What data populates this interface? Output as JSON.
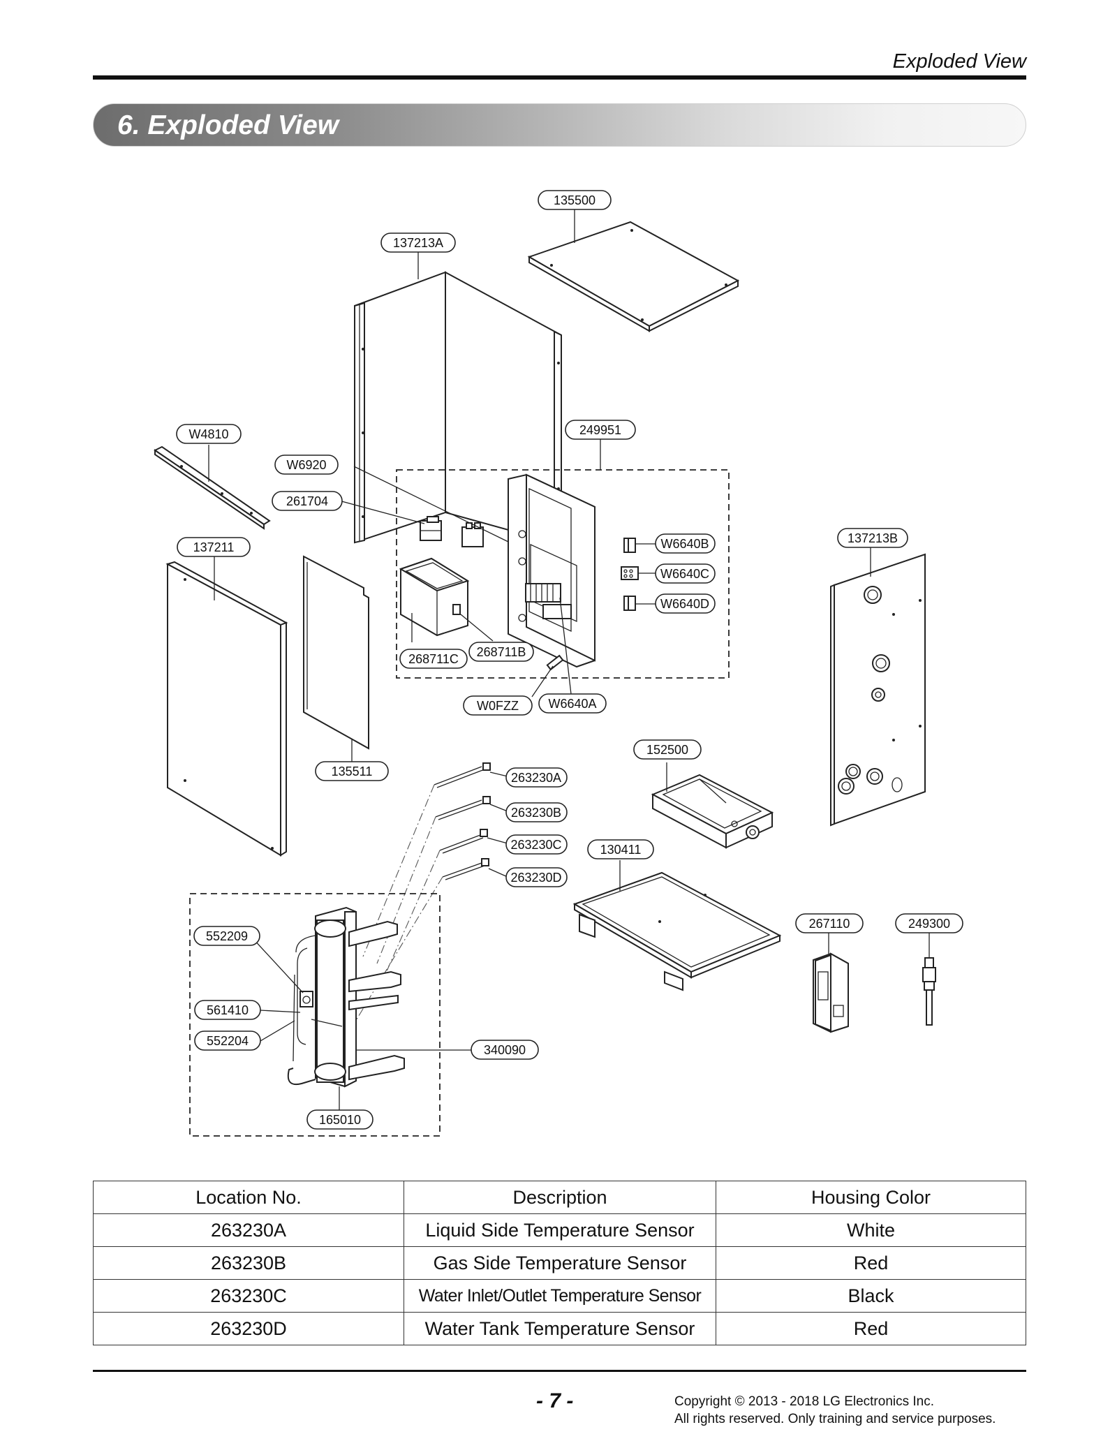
{
  "header": {
    "title": "Exploded View"
  },
  "section": {
    "title": "6. Exploded View"
  },
  "callouts": {
    "c135500": "135500",
    "c137213A": "137213A",
    "cW4810": "W4810",
    "cW6920": "W6920",
    "c249951": "249951",
    "c261704": "261704",
    "c137211": "137211",
    "cW6640B": "W6640B",
    "cW6640C": "W6640C",
    "cW6640D": "W6640D",
    "c137213B": "137213B",
    "c268711C": "268711C",
    "c268711B": "268711B",
    "cW0FZZ": "W0FZZ",
    "cW6640A": "W6640A",
    "c152500": "152500",
    "c135511": "135511",
    "c263230A": "263230A",
    "c263230B": "263230B",
    "c263230C": "263230C",
    "c263230D": "263230D",
    "c130411": "130411",
    "c552209": "552209",
    "c267110": "267110",
    "c249300": "249300",
    "c561410": "561410",
    "c552204": "552204",
    "c340090": "340090",
    "c165010": "165010"
  },
  "table": {
    "headers": [
      "Location No.",
      "Description",
      "Housing Color"
    ],
    "rows": [
      [
        "263230A",
        "Liquid Side Temperature Sensor",
        "White"
      ],
      [
        "263230B",
        "Gas Side Temperature Sensor",
        "Red"
      ],
      [
        "263230C",
        "Water Inlet/Outlet Temperature Sensor",
        "Black"
      ],
      [
        "263230D",
        "Water Tank Temperature Sensor",
        "Red"
      ]
    ]
  },
  "footer": {
    "page_number": "- 7 -",
    "copyright_line1": "Copyright © 2013 - 2018 LG Electronics Inc.",
    "copyright_line2": "All rights reserved. Only training and service purposes."
  }
}
